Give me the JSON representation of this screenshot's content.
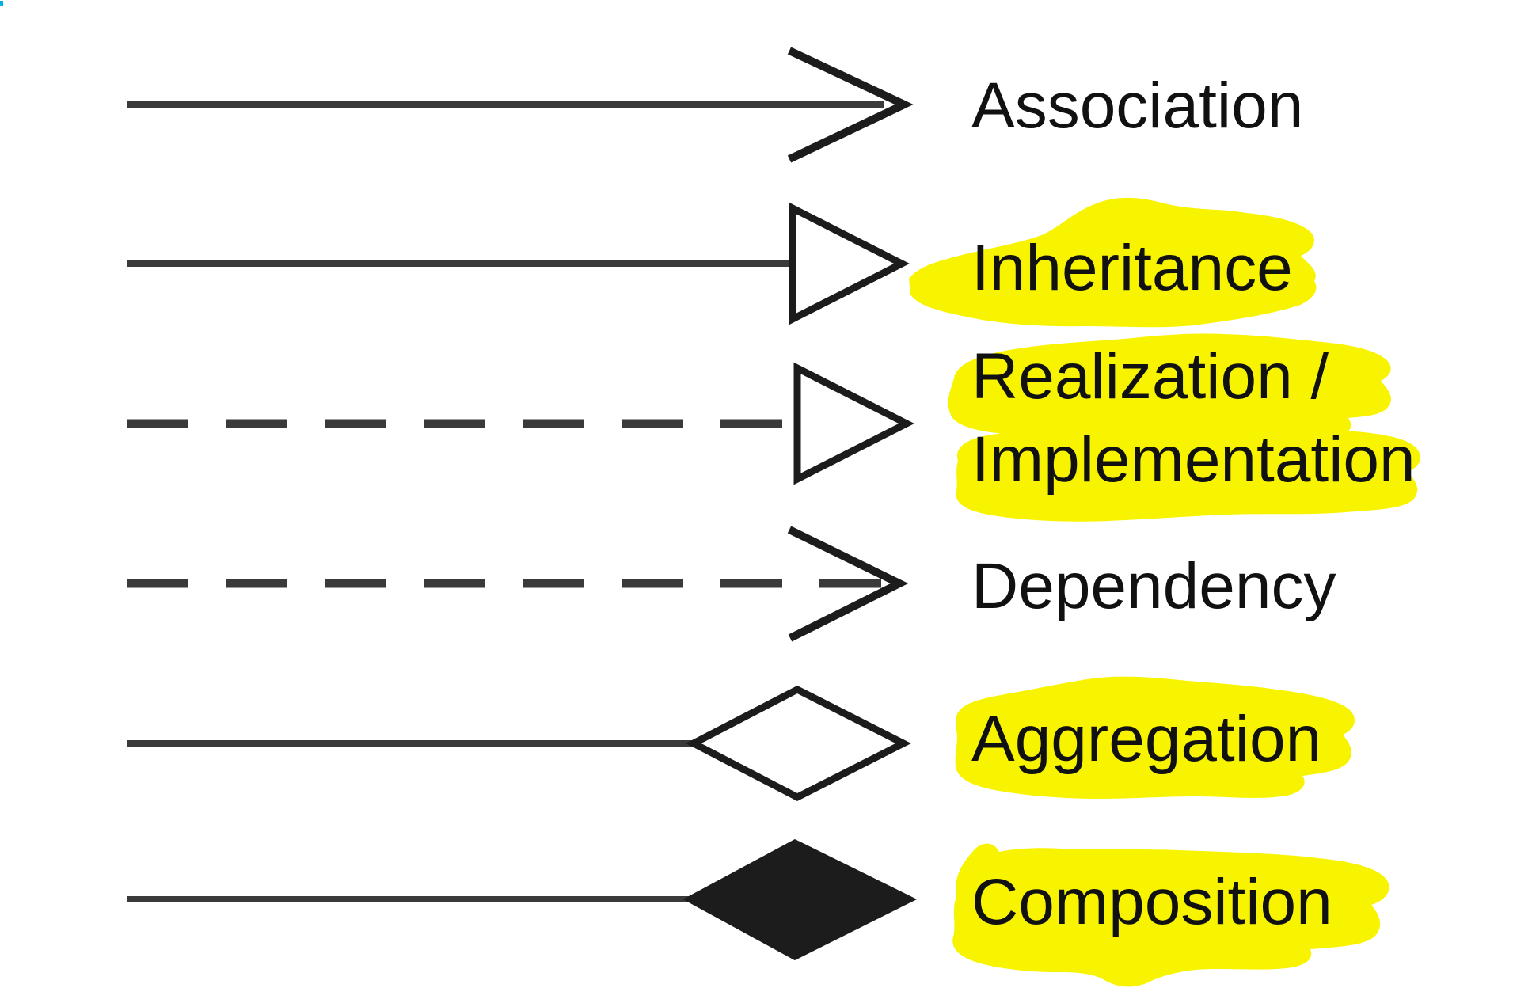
{
  "colors": {
    "line-color": "#3a3a3a",
    "marker-color": "#1c1c1c",
    "text-color": "#111111",
    "highlight-color": "#f8f400",
    "bg-color": "#ffffff",
    "artifact-color": "#00aee8"
  },
  "legend": {
    "rows": [
      {
        "label": "Association",
        "line_style": "solid",
        "marker": "open-arrow",
        "highlighted": false
      },
      {
        "label": "Inheritance",
        "line_style": "solid",
        "marker": "hollow-triangle",
        "highlighted": true
      },
      {
        "label_line1": "Realization /",
        "label_line2": "Implementation",
        "line_style": "dashed",
        "marker": "hollow-triangle",
        "highlighted": true
      },
      {
        "label": "Dependency",
        "line_style": "dashed",
        "marker": "open-arrow",
        "highlighted": false
      },
      {
        "label": "Aggregation",
        "line_style": "solid",
        "marker": "hollow-diamond",
        "highlighted": true
      },
      {
        "label": "Composition",
        "line_style": "solid",
        "marker": "filled-diamond",
        "highlighted": true
      }
    ]
  }
}
